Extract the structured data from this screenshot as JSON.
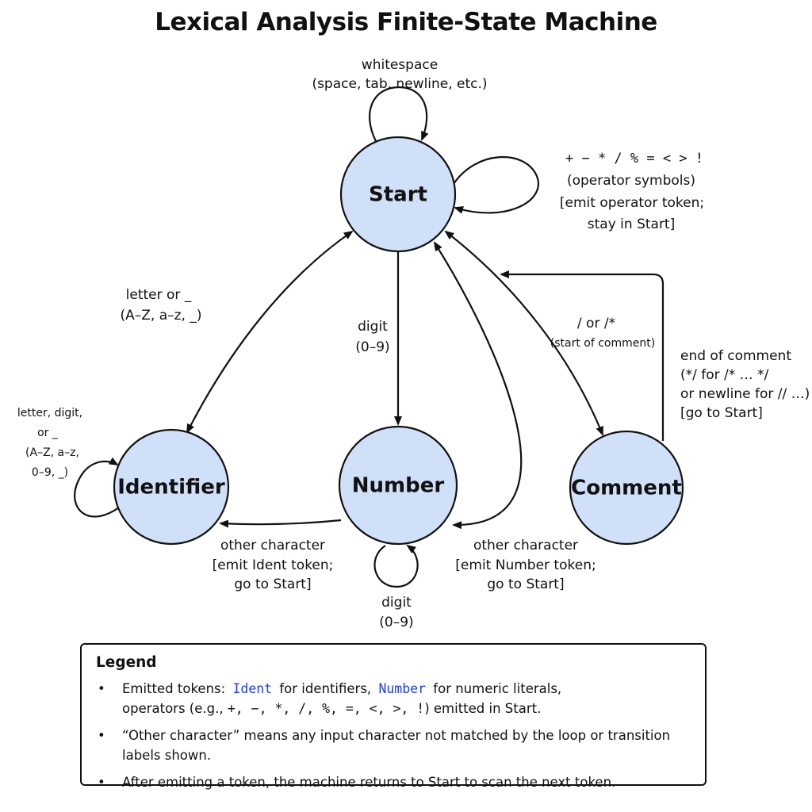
{
  "title": "Lexical Analysis Finite-State Machine",
  "states": {
    "start": "Start",
    "identifier": "Identifier",
    "number": "Number",
    "comment": "Comment"
  },
  "transitions": {
    "start_self": {
      "line1": "whitespace",
      "line2": "(space, tab, newline, etc.)"
    },
    "start_operator_self": {
      "symbols": "+ − * / % = < > !",
      "line1": "(operator symbols)",
      "line2": "[emit operator token;",
      "line3": "stay in Start]"
    },
    "start_to_identifier": {
      "line1": "letter or _",
      "line2": "(A–Z, a–z, _)"
    },
    "identifier_self": {
      "line1": "letter, digit,",
      "line2": "or _",
      "line3": "(A–Z, a–z,",
      "line4": "0–9, _)"
    },
    "start_to_number": {
      "line1": "digit",
      "line2": "(0–9)"
    },
    "number_self": {
      "line1": "digit",
      "line2": "(0–9)"
    },
    "number_to_identifier": {
      "line1": "other character",
      "line2": "[emit Ident token;",
      "line3": "go to Start]"
    },
    "number_to_start": {
      "line1": "other character",
      "line2": "[emit Number token;",
      "line3": "go to Start]"
    },
    "start_to_comment": {
      "line1": "/ or /*",
      "line2": "(start of comment)"
    },
    "comment_to_start": {
      "line1": "end of comment",
      "line2": "(*/ for /* … */",
      "line3": "or newline for // …)",
      "line4": "[go to Start]"
    }
  },
  "legend": {
    "title": "Legend",
    "item1": {
      "prefix": "Emitted tokens:",
      "ident_token": "Ident",
      "ident_suffix": "for identifiers,",
      "number_token": "Number",
      "number_suffix": "for numeric literals,",
      "ops_prefix": "operators (e.g.,",
      "ops_list": "+, −, *, /, %, =, <, >, !",
      "ops_suffix": ") emitted in Start."
    },
    "item2": "“Other character” means any input character not matched by the loop or transition labels shown.",
    "item3": "After emitting a token, the machine returns to Start to scan the next token."
  },
  "colors": {
    "state_fill": "#cfe0f8",
    "token_blue": "#1f3fd6"
  }
}
